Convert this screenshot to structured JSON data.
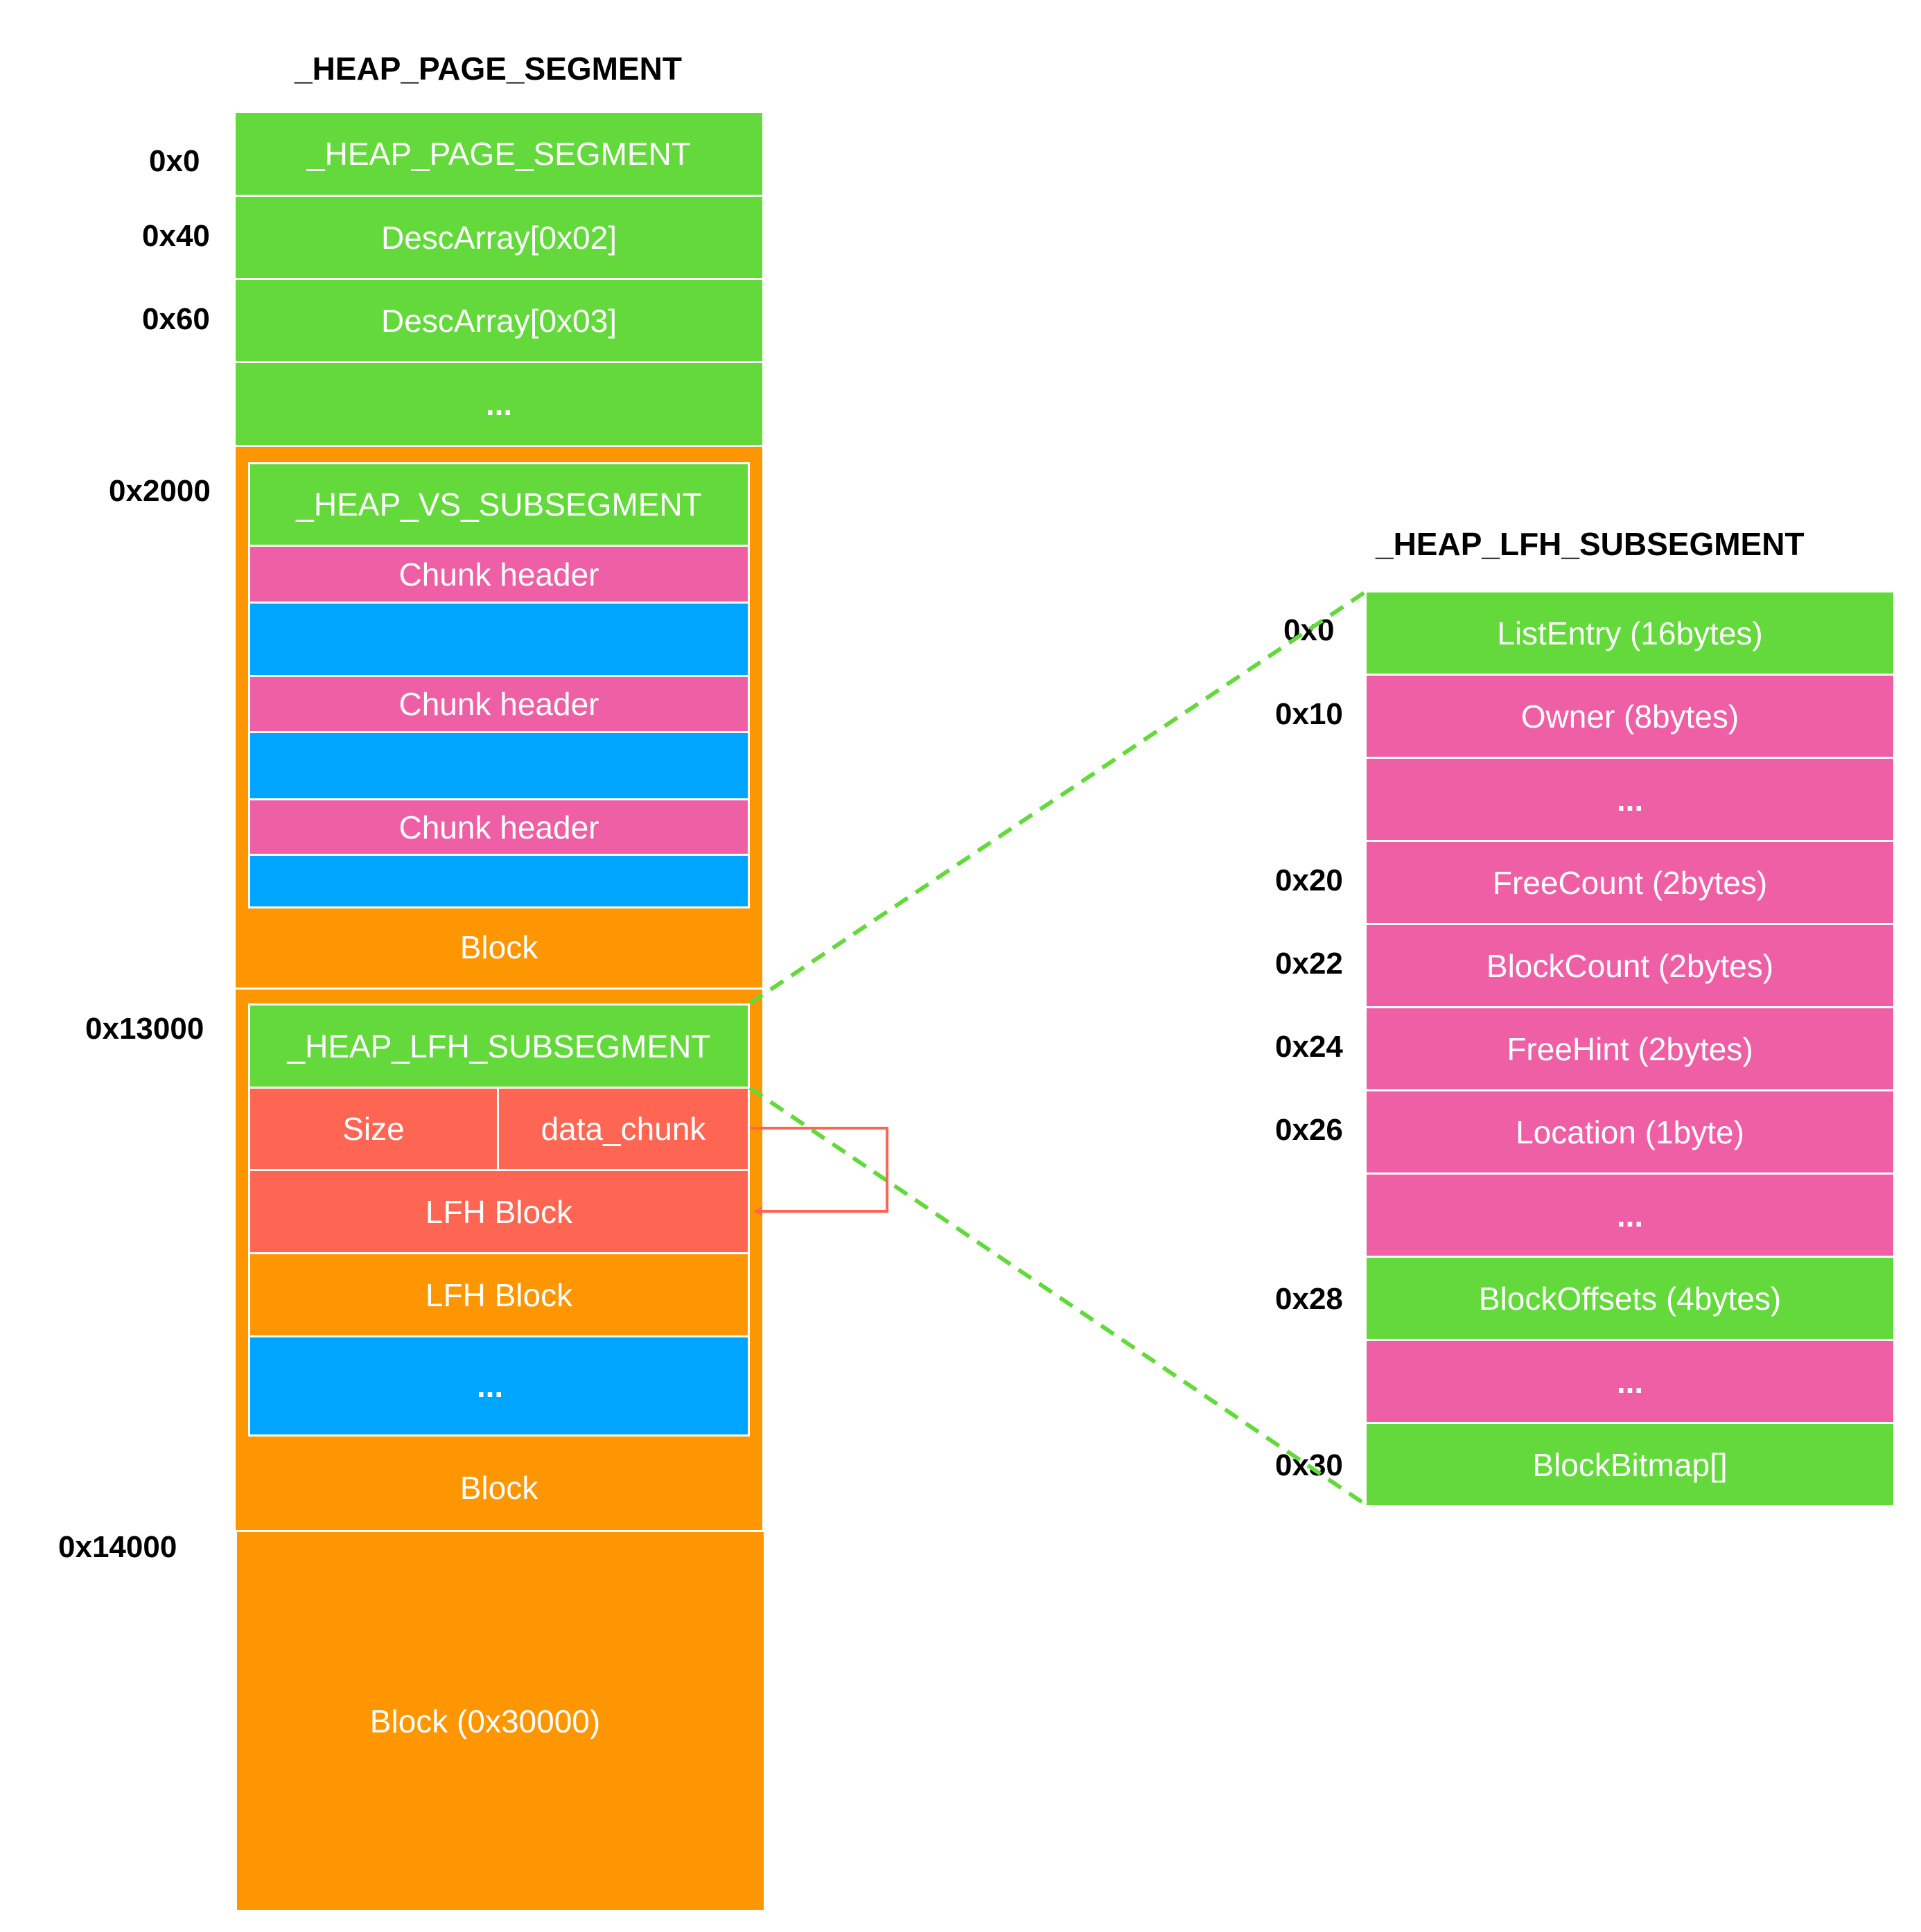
{
  "left_title": "_HEAP_PAGE_SEGMENT",
  "right_title": "_HEAP_LFH_SUBSEGMENT",
  "page_segment": {
    "offsets": [
      "0x0",
      "0x40",
      "0x60",
      "0x2000",
      "0x13000",
      "0x14000"
    ],
    "rows": [
      "_HEAP_PAGE_SEGMENT",
      "DescArray[0x02]",
      "DescArray[0x03]",
      "..."
    ],
    "vs_block": {
      "header": "_HEAP_VS_SUBSEGMENT",
      "chunk_header": "Chunk header",
      "block_label": "Block"
    },
    "lfh_block": {
      "header": "_HEAP_LFH_SUBSEGMENT",
      "size": "Size",
      "data_chunk": "data_chunk",
      "lfh_block": "LFH Block",
      "dots": "...",
      "block_label": "Block"
    },
    "big_block": "Block (0x30000)"
  },
  "lfh_subsegment": {
    "rows": [
      {
        "offset": "0x0",
        "label": "ListEntry (16bytes)",
        "color": "#63d93b"
      },
      {
        "offset": "0x10",
        "label": "Owner (8bytes)",
        "color": "#ef5fa6"
      },
      {
        "offset": "",
        "label": "...",
        "color": "#ef5fa6"
      },
      {
        "offset": "0x20",
        "label": "FreeCount (2bytes)",
        "color": "#ef5fa6"
      },
      {
        "offset": "0x22",
        "label": "BlockCount (2bytes)",
        "color": "#ef5fa6"
      },
      {
        "offset": "0x24",
        "label": "FreeHint (2bytes)",
        "color": "#ef5fa6"
      },
      {
        "offset": "0x26",
        "label": "Location (1byte)",
        "color": "#ef5fa6"
      },
      {
        "offset": "",
        "label": "...",
        "color": "#ef5fa6"
      },
      {
        "offset": "0x28",
        "label": "BlockOffsets (4bytes)",
        "color": "#63d93b"
      },
      {
        "offset": "",
        "label": "...",
        "color": "#ef5fa6"
      },
      {
        "offset": "0x30",
        "label": "BlockBitmap[]",
        "color": "#63d93b"
      }
    ]
  },
  "colors": {
    "green": "#63d93b",
    "pink": "#ef5fa6",
    "blue": "#00a5ff",
    "orange": "#fe9602",
    "coral": "#fe6553",
    "dashed_line": "#63d93b",
    "arrow": "#fe6553"
  }
}
